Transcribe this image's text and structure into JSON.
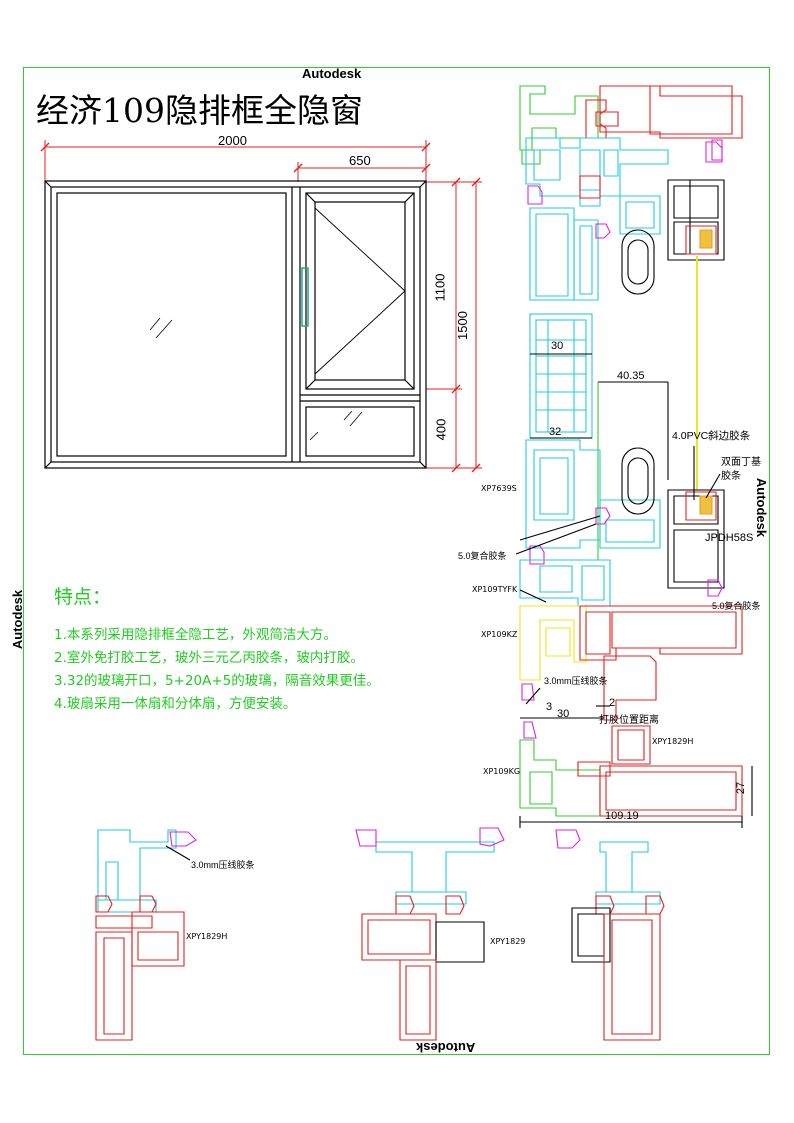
{
  "title": "经济109隐排框全隐窗",
  "watermarks": [
    "Autodesk",
    "Autodesk",
    "Autodesk",
    "Autodesk"
  ],
  "dimensions": {
    "overall_width": "2000",
    "sash_width": "650",
    "height_upper": "1100",
    "height_total": "1500",
    "height_lower": "400"
  },
  "section_labels": {
    "d30_top": "30",
    "d32": "32",
    "d4035": "40.35",
    "pvc_strip": "4.0PVC斜边胶条",
    "double_tape_1": "双面丁基",
    "double_tape_2": "胶条",
    "xp7639s": "XP7639S",
    "jpdh58s": "JPDH58S",
    "composite_strip_left": "5.0复合胶条",
    "xp109tyfk": "XP109TYFK",
    "composite_strip_right": "5.0复合胶条",
    "xp109kz": "XP109KZ",
    "press_strip": "3.0mm压线胶条",
    "d3": "3",
    "d30_bottom": "30",
    "d2": "2",
    "glue_distance": "打胶位置距离",
    "xpy1829h": "XPY1829H",
    "xp109kg": "XP109KG",
    "d27": "27",
    "d10919": "109.19"
  },
  "bottom_labels": {
    "press_strip": "3.0mm压线胶条",
    "xpy1829h": "XPY1829H",
    "xpy1829": "XPY1829"
  },
  "features": {
    "heading": "特点：",
    "items": [
      "1.本系列采用隐排框全隐工艺，外观简洁大方。",
      "2.室外免打胶工艺，玻外三元乙丙胶条，玻内打胶。",
      "3.32的玻璃开口，5+20A+5的玻璃，隔音效果更佳。",
      "4.玻扇采用一体扇和分体扇，方便安装。"
    ]
  },
  "colors": {
    "border": "#33cc33",
    "profile_red": "#e02020",
    "profile_cyan": "#22ccdd",
    "profile_green": "#33cc33",
    "gasket_magenta": "#dd22dd",
    "profile_yellow": "#e8e820",
    "feature_text": "#22cc22"
  }
}
